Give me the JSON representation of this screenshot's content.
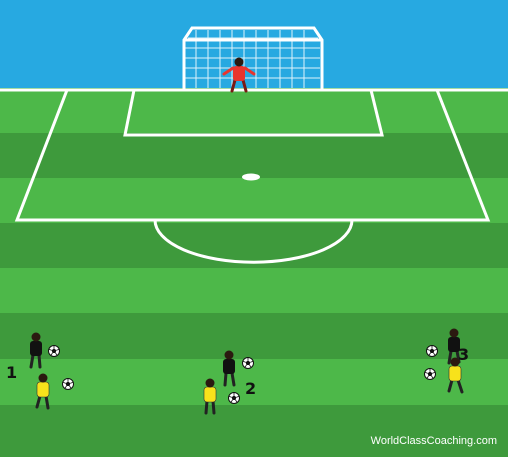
{
  "colors": {
    "sky": "#27a9e1",
    "grass_light": "#4db849",
    "grass_dark": "#3e9a3c",
    "lines": "#ffffff",
    "goalkeeper_shirt": "#e8352e",
    "attacker_shirt": "#111111",
    "defender_shirt": "#f7e21b"
  },
  "drill": {
    "goalkeeper": {
      "name": "goalkeeper-player",
      "icon": "player-icon"
    },
    "stations": [
      {
        "label": "1",
        "balls": 2
      },
      {
        "label": "2",
        "balls": 2
      },
      {
        "label": "3",
        "balls": 2
      }
    ]
  },
  "watermark": "WorldClassCoaching.com"
}
